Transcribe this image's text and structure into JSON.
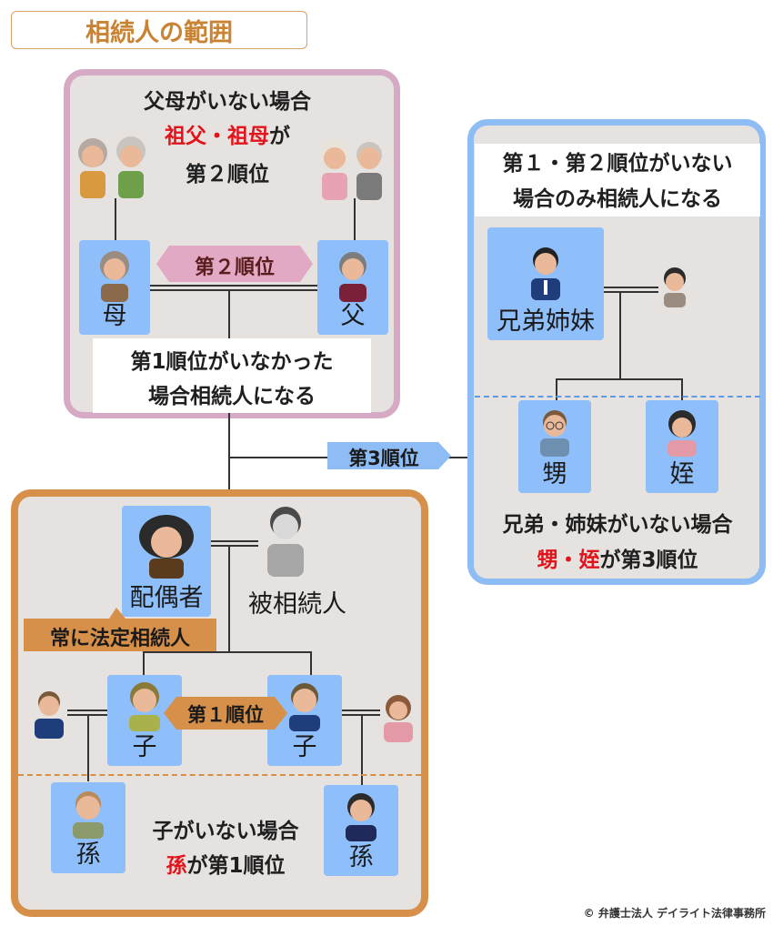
{
  "title": "相続人の範囲",
  "parents_panel": {
    "heading_1": "父母がいない場合",
    "heading_red": "祖父・祖母",
    "heading_suffix": "が",
    "heading_3": "第２順位",
    "mother_label": "母",
    "father_label": "父",
    "rank_tag": "第２順位",
    "note_1": "第1順位がいなかった",
    "note_2": "場合相続人になる"
  },
  "siblings_panel": {
    "note_1": "第１・第２順位がいない",
    "note_2": "場合のみ相続人になる",
    "siblings_label": "兄弟姉妹",
    "nephew_label": "甥",
    "niece_label": "姪",
    "footer_1": "兄弟・姉妹がいない場合",
    "footer_red": "甥・姪",
    "footer_suffix": "が第3順位",
    "rank_tag": "第3順位"
  },
  "children_panel": {
    "spouse_label": "配偶者",
    "deceased_label": "被相続人",
    "spouse_tag": "常に法定相続人",
    "child_label_left": "子",
    "child_label_right": "子",
    "rank_tag": "第１順位",
    "grandchild_label_left": "孫",
    "grandchild_label_right": "孫",
    "footer_1": "子がいない場合",
    "footer_red": "孫",
    "footer_suffix": "が第1順位"
  },
  "credit": "© 弁護士法人 デイライト法律事務所",
  "colors": {
    "pink_border": "#d6a9c4",
    "blue_border": "#8ebcf4",
    "orange_border": "#d7904a",
    "card_blue": "#8fbffa",
    "panel_bg": "#e6e2df",
    "accent_red": "#e1141c",
    "title_color": "#c98335"
  }
}
